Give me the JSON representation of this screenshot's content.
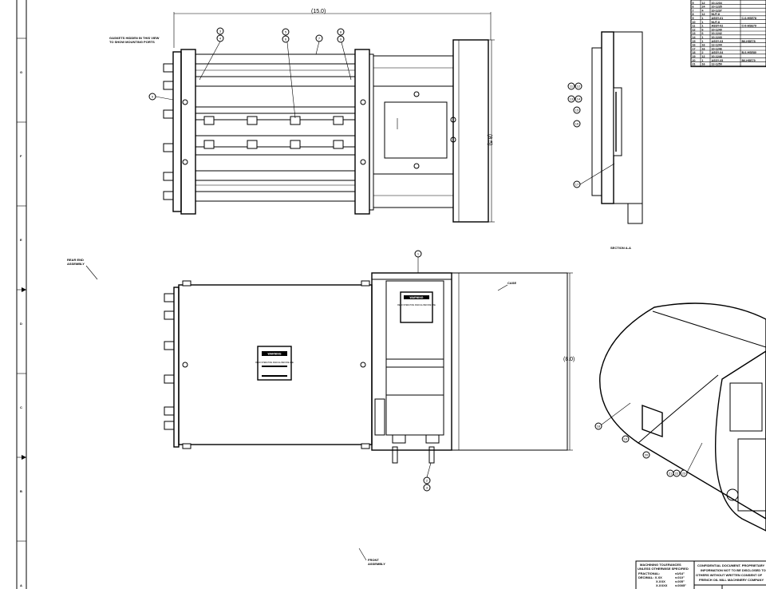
{
  "sheet": {
    "zones": [
      "G",
      "F",
      "E",
      "D",
      "C",
      "B",
      "A"
    ]
  },
  "notes": {
    "hidden_note_1": "GASKETS HIDDEN IN THIS VIEW",
    "hidden_note_2": "TO SHOW MOUNTING PORTS",
    "rear_1": "REAR END",
    "rear_2": "ASSEMBLY",
    "front_1": "FRONT",
    "front_2": "ASSEMBLY",
    "case": "CASE",
    "section": "SECTION A-A"
  },
  "dimensions": {
    "width": "(15.0)",
    "height_top": "(8.5)",
    "height_front": "(8.0)"
  },
  "balloons": {
    "top": [
      "3",
      "4",
      "5",
      "6",
      "7",
      "8",
      "9"
    ],
    "front": [
      "1",
      "2",
      "3"
    ],
    "section": [
      "11",
      "12",
      "13",
      "14",
      "15",
      "16",
      "17"
    ],
    "iso": [
      "18",
      "19",
      "20",
      "21",
      "22",
      "23"
    ]
  },
  "warning_label": {
    "title": "WARNING",
    "body": "READ OPERATING MANUAL BEFORE USE"
  },
  "bom": {
    "rows": [
      [
        "5",
        "12",
        "10-1234",
        ""
      ],
      [
        "6",
        "24",
        "10-1235",
        ""
      ],
      [
        "7",
        "4",
        "10-1237",
        ""
      ],
      [
        "8",
        "12",
        "NUT-8",
        ""
      ],
      [
        "9",
        "1",
        "ASSY-01",
        "C-0-HSE78"
      ],
      [
        "10",
        "1",
        "NUT-8",
        ""
      ],
      [
        "11",
        "1",
        "ASSY-02",
        "C-0-HSE79"
      ],
      [
        "12",
        "6",
        "10-1240",
        ""
      ],
      [
        "13",
        "6",
        "10-1242",
        ""
      ],
      [
        "14",
        "1",
        "10-1243",
        ""
      ],
      [
        "15",
        "1",
        "ASSY-03",
        "B6-HSE78"
      ],
      [
        "16",
        "16",
        "12-1244",
        ""
      ],
      [
        "17",
        "16",
        "10-1246",
        ""
      ],
      [
        "18",
        "2",
        "ASSY-04",
        "B-0-HSE80"
      ],
      [
        "19",
        "12",
        "10-1248",
        ""
      ],
      [
        "20",
        "1",
        "ASSY-05",
        "B6-HSE79"
      ],
      [
        "21",
        "16",
        "12-1250",
        ""
      ]
    ]
  },
  "title_block": {
    "tol_title_1": "MACHINING TOLERANCES",
    "tol_title_2": "UNLESS OTHERWISE SPECIFIED",
    "fractional_label": "FRACTIONAL:",
    "fractional_val": "±1/64\"",
    "decimal_label": "DECIMAL: X.XX",
    "decimal_val": "±.010\"",
    "xxx_label": "X.XXX",
    "xxx_val": "±.005\"",
    "xxxx_label": "X.XXXX",
    "xxxx_val": "±.0005\"",
    "conf_1": "CONFIDENTIAL DOCUMENT. PROPRIETARY",
    "conf_2": "INFORMATION NOT TO BE DISCLOSED TO",
    "conf_3": "OTHERS WITHOUT WRITTEN CONSENT OF",
    "conf_4": "FRENCH OIL MILL MACHINERY COMPANY"
  }
}
